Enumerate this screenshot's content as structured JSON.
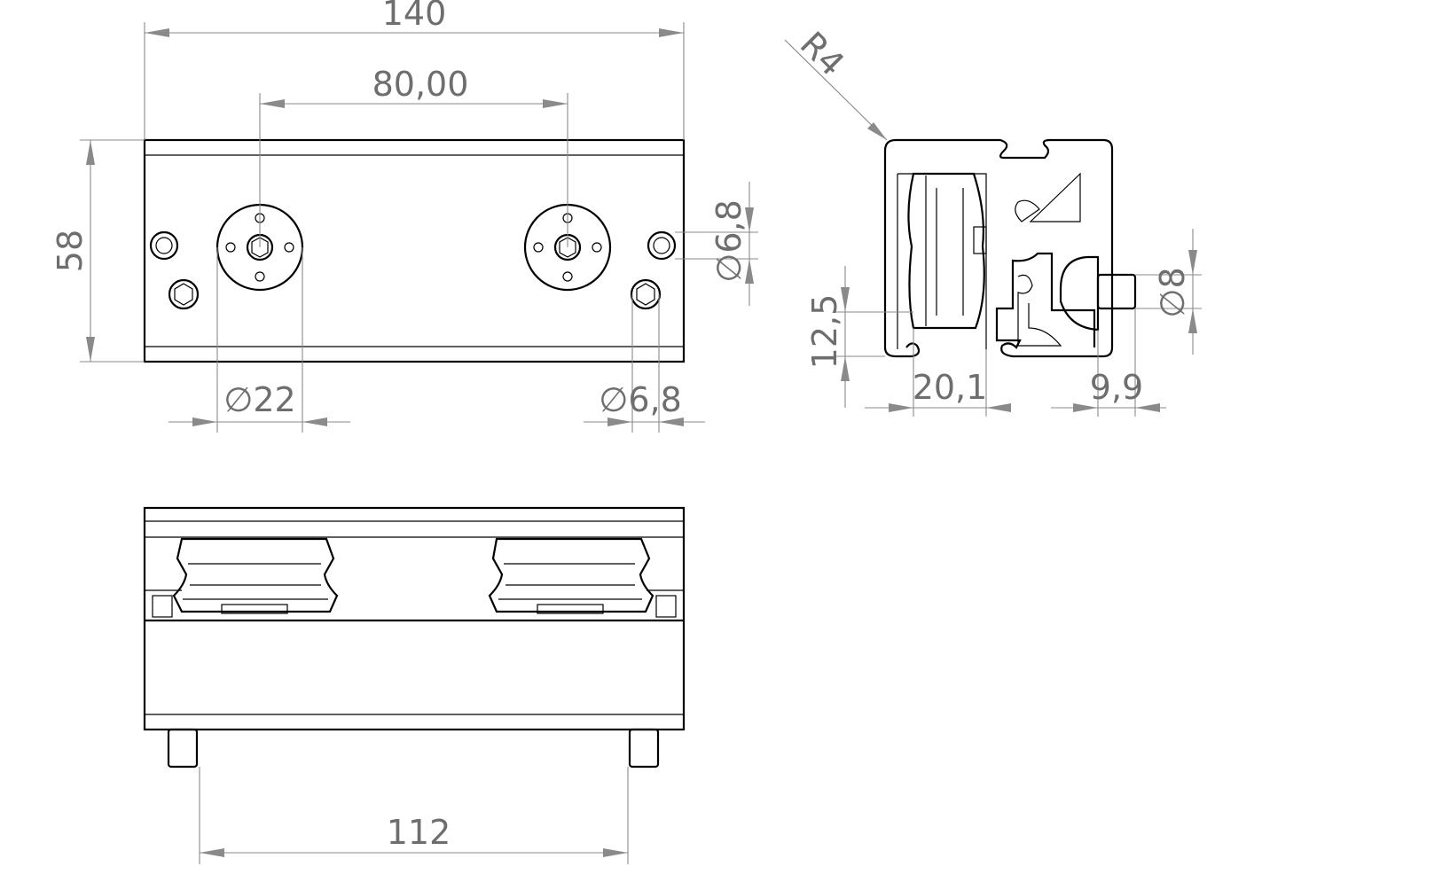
{
  "dimensions": {
    "top_length": "140",
    "hole_spacing": "80,00",
    "height": "58",
    "wheel_diameter": "∅22",
    "bolt_hole_bottom": "∅6,8",
    "bolt_hole_side": "∅6,8",
    "radius": "R4",
    "groove_offset": "12,5",
    "profile_width": "20,1",
    "pin_length": "9,9",
    "pin_diameter": "∅8",
    "pin_spacing": "112"
  },
  "colors": {
    "line": "#000000",
    "dimension": "#8a8a8a",
    "dimension_text": "#6e6e6e",
    "background": "#ffffff"
  }
}
